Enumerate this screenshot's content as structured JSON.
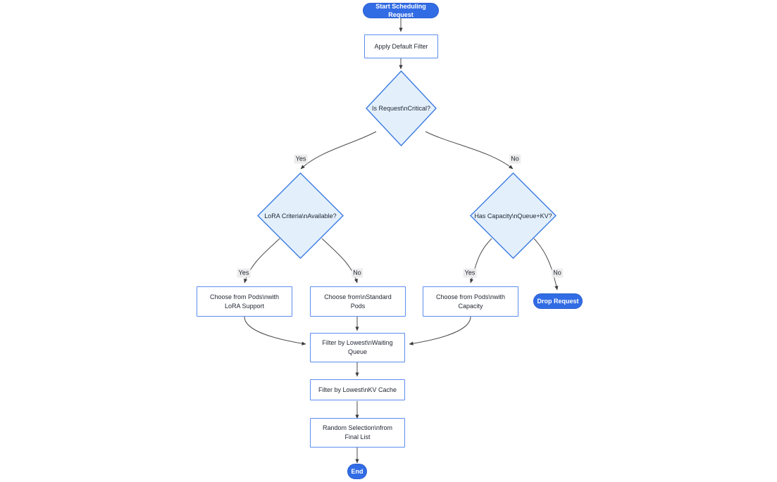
{
  "diagram": {
    "type": "flowchart",
    "direction": "top-down",
    "title": "",
    "colors": {
      "terminal_fill": "#326ce5",
      "terminal_text": "#ffffff",
      "process_fill": "#ffffff",
      "process_border": "#5b8def",
      "decision_fill": "#e3f0fc",
      "decision_border": "#3c7ae0",
      "edge_stroke": "#4a4a4a",
      "edge_label_bg": "#ececec",
      "text": "#1f2430"
    },
    "nodes": [
      {
        "id": "start",
        "shape": "stadium",
        "label": "Start Scheduling Request"
      },
      {
        "id": "default",
        "shape": "rect",
        "label": "Apply Default Filter"
      },
      {
        "id": "critical",
        "shape": "diamond",
        "label": "Is Request\\nCritical?"
      },
      {
        "id": "lora",
        "shape": "diamond",
        "label": "LoRA Criteria\\nAvailable?"
      },
      {
        "id": "capacity",
        "shape": "diamond",
        "label": "Has Capacity\\nQueue+KV?"
      },
      {
        "id": "pods_lora",
        "shape": "rect",
        "label": "Choose from Pods\\nwith\nLoRA Support"
      },
      {
        "id": "pods_std",
        "shape": "rect",
        "label": "Choose from\\nStandard\nPods"
      },
      {
        "id": "pods_cap",
        "shape": "rect",
        "label": "Choose from Pods\\nwith\nCapacity"
      },
      {
        "id": "drop",
        "shape": "stadium",
        "label": "Drop Request"
      },
      {
        "id": "filter_queue",
        "shape": "rect",
        "label": "Filter by Lowest\\nWaiting\nQueue"
      },
      {
        "id": "filter_kv",
        "shape": "rect",
        "label": "Filter by Lowest\\nKV Cache"
      },
      {
        "id": "random",
        "shape": "rect",
        "label": "Random Selection\\nfrom\nFinal List"
      },
      {
        "id": "end",
        "shape": "stadium",
        "label": "End"
      }
    ],
    "edges": [
      {
        "from": "start",
        "to": "default",
        "label": ""
      },
      {
        "from": "default",
        "to": "critical",
        "label": ""
      },
      {
        "from": "critical",
        "to": "lora",
        "label": "Yes"
      },
      {
        "from": "critical",
        "to": "capacity",
        "label": "No"
      },
      {
        "from": "lora",
        "to": "pods_lora",
        "label": "Yes"
      },
      {
        "from": "lora",
        "to": "pods_std",
        "label": "No"
      },
      {
        "from": "capacity",
        "to": "pods_cap",
        "label": "Yes"
      },
      {
        "from": "capacity",
        "to": "drop",
        "label": "No"
      },
      {
        "from": "pods_lora",
        "to": "filter_queue",
        "label": ""
      },
      {
        "from": "pods_std",
        "to": "filter_queue",
        "label": ""
      },
      {
        "from": "pods_cap",
        "to": "filter_queue",
        "label": ""
      },
      {
        "from": "filter_queue",
        "to": "filter_kv",
        "label": ""
      },
      {
        "from": "filter_kv",
        "to": "random",
        "label": ""
      },
      {
        "from": "random",
        "to": "end",
        "label": ""
      }
    ],
    "edge_labels": {
      "critical_yes": "Yes",
      "critical_no": "No",
      "lora_yes": "Yes",
      "lora_no": "No",
      "capacity_yes": "Yes",
      "capacity_no": "No"
    }
  }
}
